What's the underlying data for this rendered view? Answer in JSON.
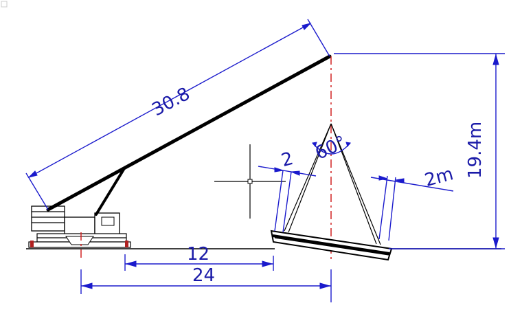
{
  "diagram": {
    "boom_length_label": "30.8",
    "height_label": "19.4m",
    "angle_label": "60°",
    "sling_offset_left_label": "2",
    "sling_offset_right_label": "2m",
    "radius_inner_label": "12",
    "radius_outer_label": "24"
  },
  "colors": {
    "dimension": "#1a1acc",
    "centerline": "#d02020",
    "structure": "#000000"
  }
}
